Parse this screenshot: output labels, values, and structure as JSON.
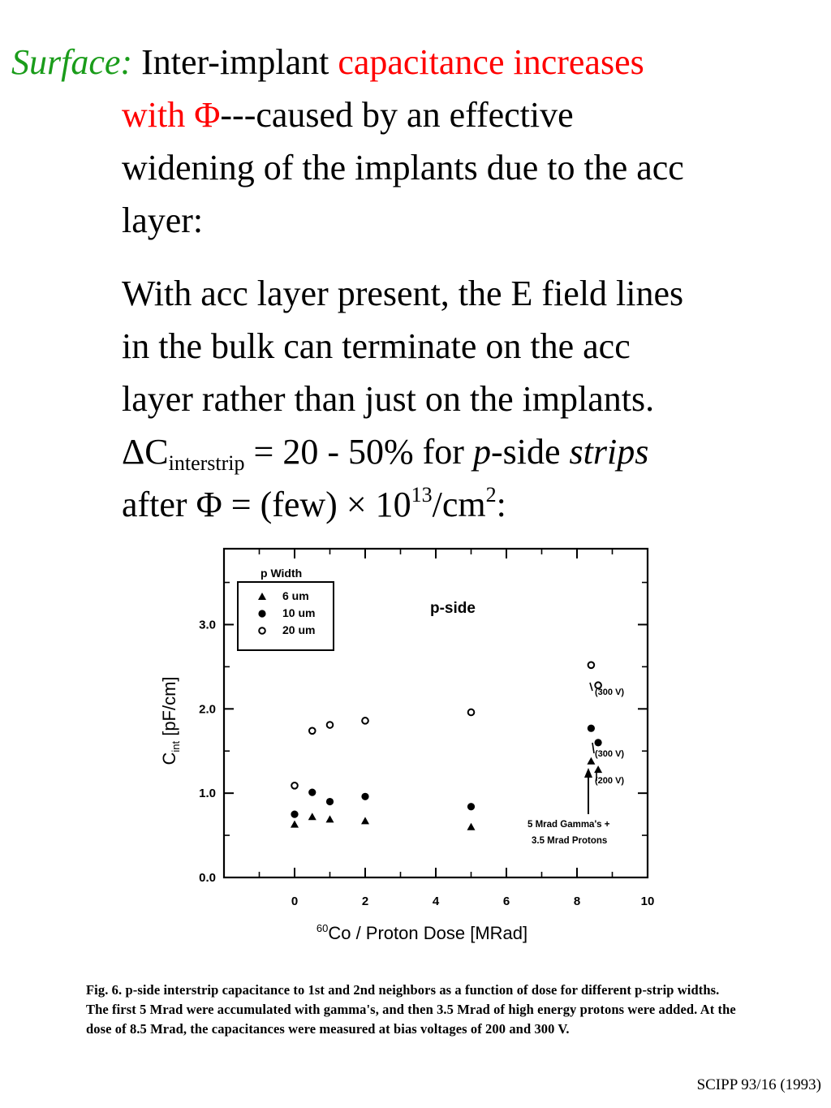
{
  "text": {
    "l1_label": "Surface:",
    "l1_plain": "Inter-implant",
    "l1_red": "capacitance increases",
    "l2_red": "with Φ",
    "l2_plain": "---caused by an effective",
    "l3": "widening of the implants due to the acc",
    "l4": "layer:",
    "p2_l1": "With acc layer present, the E field lines",
    "p2_l2": "in the bulk can terminate on the acc",
    "p2_l3": "layer rather than just on the implants.",
    "dc_sym": "ΔC",
    "dc_sub": "interstrip",
    "dc_eq": " = 20 - 50% for ",
    "dc_p": "p",
    "dc_side": "-side ",
    "dc_strips": "strips",
    "af_pre": "after Φ = (few) × 10",
    "af_exp": "13",
    "af_mid": "/cm",
    "af_exp2": "2",
    "af_end": ":",
    "caption": "Fig. 6. p-side interstrip capacitance to 1st and 2nd neighbors as a function of dose for different p-strip widths. The first 5 Mrad were accumulated with gamma's, and then 3.5 Mrad of high energy protons were added. At the dose of 8.5 Mrad, the capacitances were measured at bias voltages of 200 and 300 V.",
    "footer": "SCIPP 93/16 (1993)"
  },
  "chart_data": {
    "type": "scatter",
    "title": "p-side",
    "xlabel_sup": "60",
    "xlabel": "Co / Proton Dose [MRad]",
    "ylabel": "C",
    "ylabel_sub": "int",
    "ylabel_unit": " [pF/cm]",
    "xlim": [
      -2,
      10
    ],
    "ylim": [
      0,
      3.9
    ],
    "x_ticks": [
      "0",
      "2",
      "4",
      "6",
      "8",
      "10"
    ],
    "y_ticks": [
      "0.0",
      "1.0",
      "2.0",
      "3.0"
    ],
    "legend_title": "p Width",
    "legend_position": "top-left",
    "series": [
      {
        "name": "6 um",
        "marker": "triangle",
        "x": [
          0,
          0.5,
          1.0,
          2.0,
          5.0,
          8.4,
          8.6
        ],
        "y": [
          0.63,
          0.72,
          0.69,
          0.67,
          0.6,
          1.38,
          1.28
        ]
      },
      {
        "name": "10 um",
        "marker": "filled-circle",
        "x": [
          0,
          0.5,
          1.0,
          2.0,
          5.0,
          8.4,
          8.6
        ],
        "y": [
          0.75,
          1.01,
          0.9,
          0.96,
          0.84,
          1.77,
          1.6
        ]
      },
      {
        "name": "20 um",
        "marker": "open-circle",
        "x": [
          0,
          0.5,
          1.0,
          2.0,
          5.0,
          8.4,
          8.6
        ],
        "y": [
          1.09,
          1.74,
          1.81,
          1.86,
          1.96,
          2.52,
          2.28
        ]
      }
    ],
    "annotations": [
      "(300 V)",
      "(300 V)",
      "(200 V)",
      "5 Mrad Gamma's +",
      "3.5 Mrad Protons"
    ]
  }
}
